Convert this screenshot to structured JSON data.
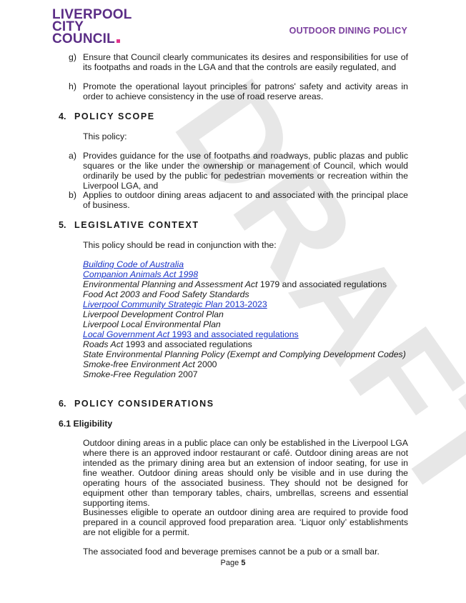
{
  "header": {
    "logo_line1": "LIVERPOOL",
    "logo_line2": "CITY",
    "logo_line3": "COUNCIL",
    "doc_title": "OUTDOOR DINING POLICY"
  },
  "watermark": "DRAFT",
  "intro_items": [
    {
      "marker": "g)",
      "text": "Ensure that Council clearly communicates its desires and responsibilities for use of its footpaths and roads in the LGA and that the controls are easily regulated, and"
    },
    {
      "marker": "h)",
      "text": "Promote the operational layout principles for patrons' safety and activity areas in order to achieve consistency in the use of road reserve areas."
    }
  ],
  "section4": {
    "number": "4.",
    "title": "POLICY SCOPE",
    "lead": "This policy:",
    "items": [
      {
        "marker": "a)",
        "text": "Provides guidance for the use of footpaths and roadways, public plazas and public squares or the like under the ownership or management of Council, which would ordinarily be used by the public for pedestrian movements or recreation within the Liverpool LGA, and"
      },
      {
        "marker": "b)",
        "text": "Applies to outdoor dining areas adjacent to and associated with the principal place of business."
      }
    ]
  },
  "section5": {
    "number": "5.",
    "title": "LEGISLATIVE CONTEXT",
    "lead": "This policy should be read in conjunction with the:",
    "legislation": [
      {
        "title": "Building Code of Australia",
        "rest": "",
        "link": true
      },
      {
        "title": "Companion Animals Act 1998",
        "rest": "",
        "link": true
      },
      {
        "title": "Environmental Planning and Assessment Act",
        "rest": " 1979 and associated regulations",
        "link": false
      },
      {
        "title": "Food Act 2003 and Food Safety Standards",
        "rest": "",
        "link": false
      },
      {
        "title": "Liverpool Community Strategic Plan",
        "rest": " 2013-2023",
        "link": true
      },
      {
        "title": "Liverpool Development Control Plan",
        "rest": "",
        "link": false
      },
      {
        "title": "Liverpool Local Environmental Plan",
        "rest": "",
        "link": false
      },
      {
        "title": "Local Government Act",
        "rest": " 1993 and associated regulations",
        "link": true
      },
      {
        "title": "Roads Act",
        "rest": " 1993 and associated regulations",
        "link": false
      },
      {
        "title": "State Environmental Planning Policy (Exempt and Complying Development Codes)",
        "rest": "",
        "link": false
      },
      {
        "title": "Smoke-free Environment Act",
        "rest": " 2000",
        "link": false
      },
      {
        "title": "Smoke-Free Regulation",
        "rest": " 2007",
        "link": false
      }
    ]
  },
  "section6": {
    "number": "6.",
    "title": "POLICY CONSIDERATIONS",
    "sub_title": "6.1 Eligibility",
    "paragraphs": [
      "Outdoor dining areas in a public place can only be established in the Liverpool LGA where there is an approved indoor restaurant or café. Outdoor dining areas are not intended as the primary dining area but an extension of indoor seating, for use in fine weather. Outdoor dining areas should only be visible and in use during the operating hours of the associated business. They should not be designed for equipment other than temporary tables, chairs, umbrellas, screens and essential supporting items.",
      "Businesses eligible to operate an outdoor dining area are required to provide food prepared in a council approved food preparation area. ‘Liquor only’ establishments are not eligible for a permit.",
      "The associated food and beverage premises cannot be a pub or a small bar."
    ]
  },
  "footer": {
    "label": "Page",
    "number": "5"
  },
  "colors": {
    "brand_purple": "#5b2d86",
    "title_purple": "#7b3f9e",
    "brand_pink": "#e2338b",
    "link_blue": "#1a33c8"
  }
}
